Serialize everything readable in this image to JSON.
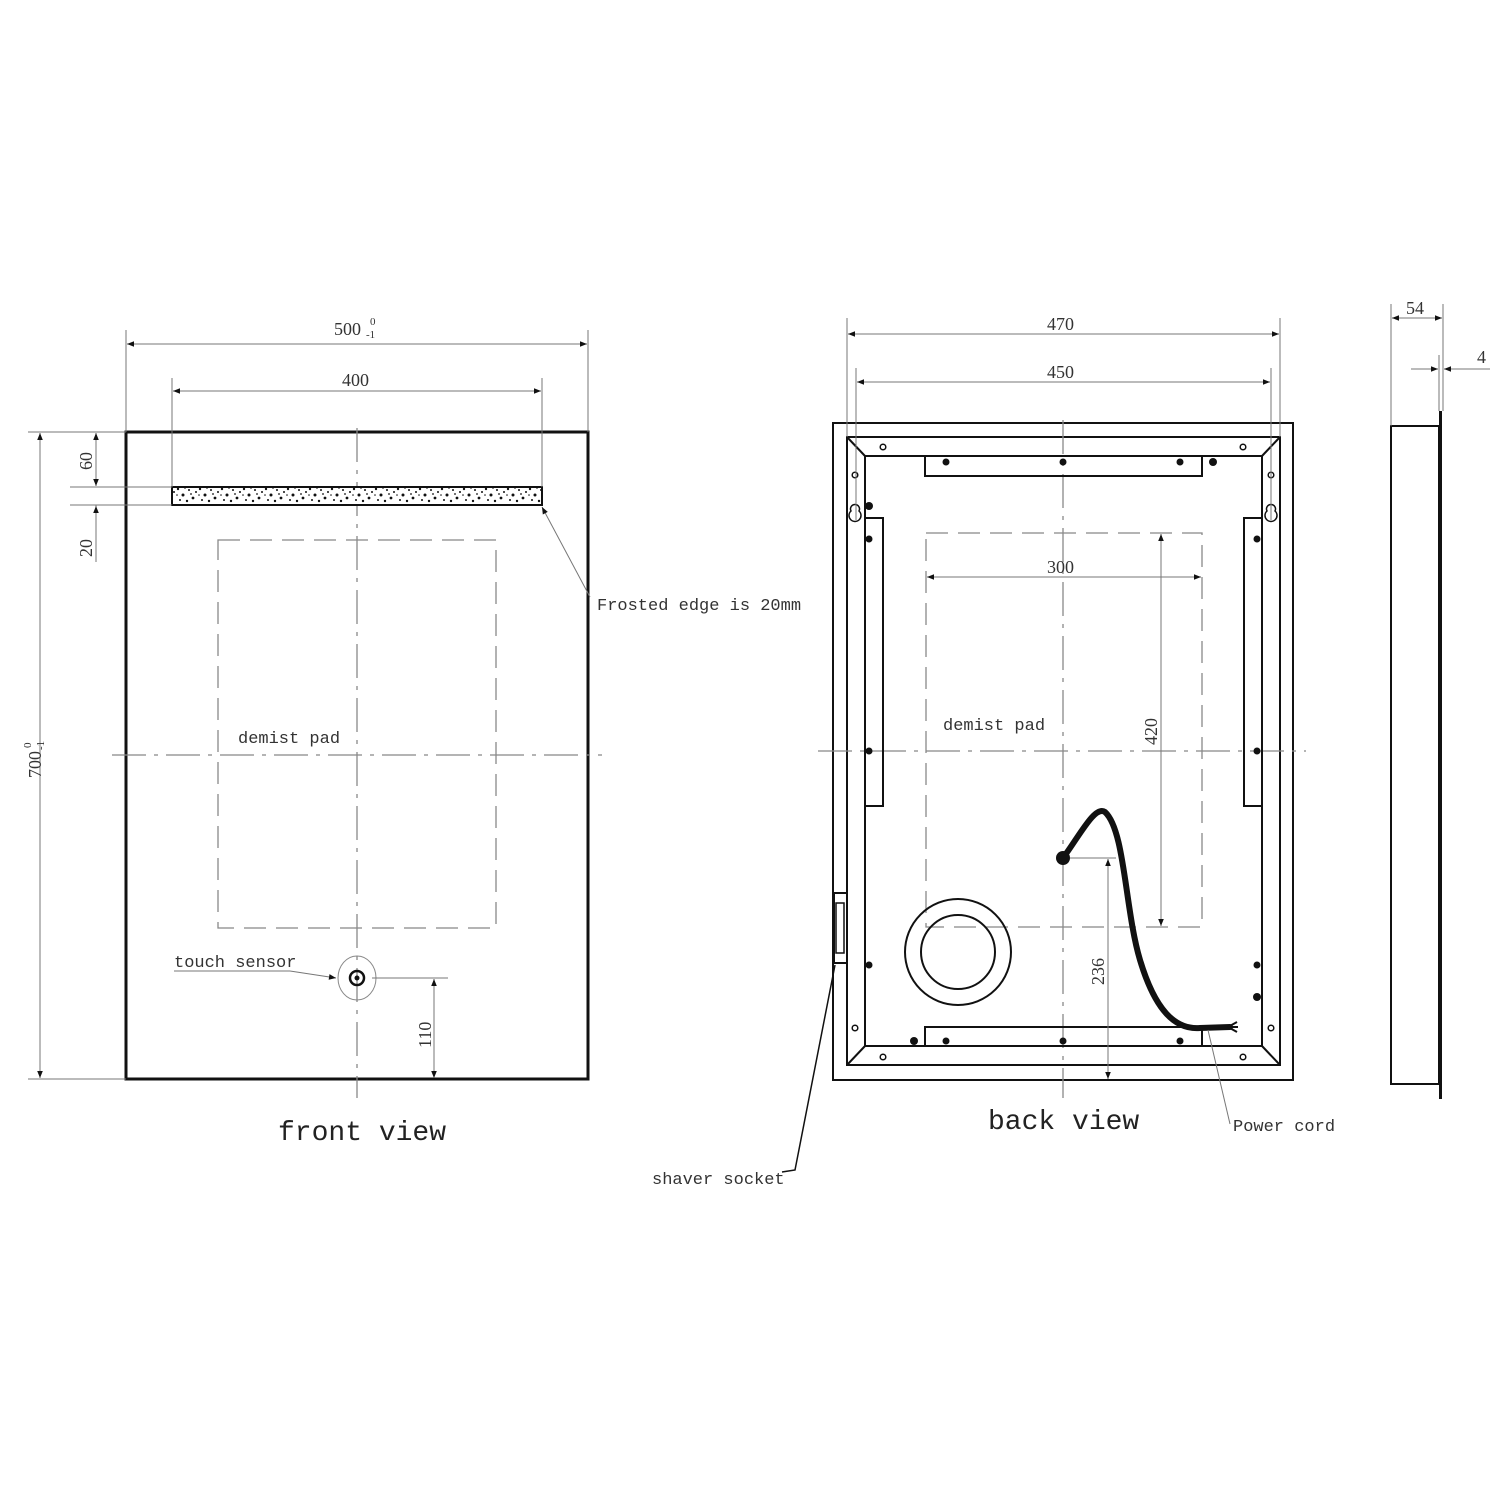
{
  "front_view": {
    "title": "front view",
    "width_dim": {
      "value": "500",
      "tol_upper": "0",
      "tol_lower": "-1"
    },
    "frosted_width_dim": "400",
    "height_dim": {
      "value": "700",
      "tol_upper": "0",
      "tol_lower": "-1"
    },
    "top_offset_dim": "60",
    "frosted_height_dim": "20",
    "sensor_height_dim": "110",
    "labels": {
      "frosted": "Frosted edge is 20mm",
      "demist": "demist pad",
      "touch": "touch sensor"
    }
  },
  "back_view": {
    "title": "back view",
    "outer_width_dim": "470",
    "inner_width_dim": "450",
    "demist_width_dim": "300",
    "demist_height_dim": "420",
    "cord_height_dim": "236",
    "labels": {
      "demist": "demist pad",
      "power_cord": "Power cord",
      "shaver_socket": "shaver socket"
    }
  },
  "side_view": {
    "depth_dim": "54",
    "glass_dim": "4"
  },
  "colors": {
    "line": "#111111",
    "dim_line": "#777777",
    "background": "#ffffff"
  }
}
